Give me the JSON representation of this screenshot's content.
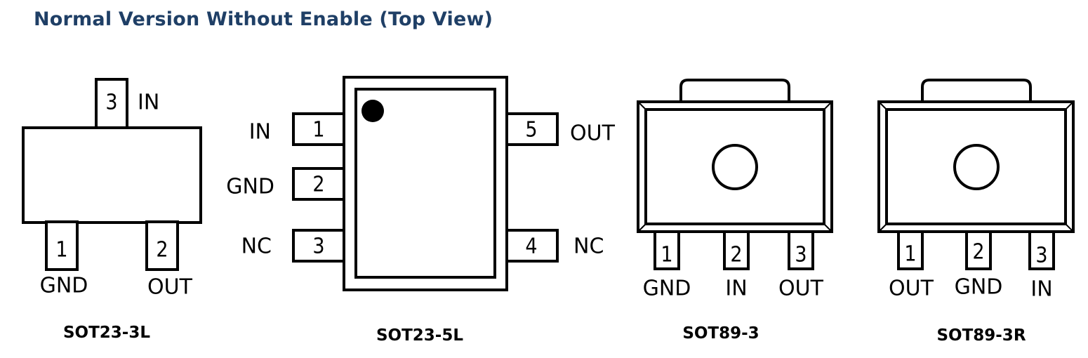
{
  "title": "Normal Version Without Enable (Top View)",
  "colors": {
    "title": "#1f3f66",
    "outline": "#000000",
    "fill": "#ffffff"
  },
  "packages": [
    {
      "name": "SOT23-3L",
      "pins": [
        {
          "num": "1",
          "label": "GND"
        },
        {
          "num": "2",
          "label": "OUT"
        },
        {
          "num": "3",
          "label": "IN"
        }
      ]
    },
    {
      "name": "SOT23-5L",
      "pins": [
        {
          "num": "1",
          "label": "IN"
        },
        {
          "num": "2",
          "label": "GND"
        },
        {
          "num": "3",
          "label": "NC"
        },
        {
          "num": "4",
          "label": "NC"
        },
        {
          "num": "5",
          "label": "OUT"
        }
      ]
    },
    {
      "name": "SOT89-3",
      "pins": [
        {
          "num": "1",
          "label": "GND"
        },
        {
          "num": "2",
          "label": "IN"
        },
        {
          "num": "3",
          "label": "OUT"
        }
      ]
    },
    {
      "name": "SOT89-3R",
      "pins": [
        {
          "num": "1",
          "label": "OUT"
        },
        {
          "num": "2",
          "label": "GND"
        },
        {
          "num": "3",
          "label": "IN"
        }
      ]
    }
  ]
}
